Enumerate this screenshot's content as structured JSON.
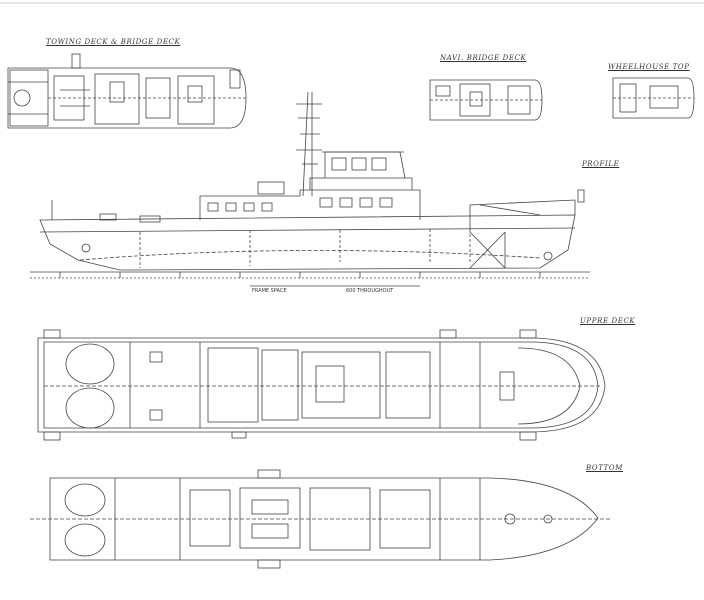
{
  "drawing": {
    "line_color": "#444444",
    "background": "#ffffff",
    "views": {
      "towing_deck": "TOWING DECK & BRIDGE DECK",
      "navi_bridge_deck": "NAVI. BRIDGE DECK",
      "wheelhouse_top": "WHEELHOUSE TOP",
      "profile": "PROFILE",
      "upper_deck": "UPPRE DECK",
      "bottom": "BOTTOM"
    },
    "frame_note": {
      "left": "FRAME SPACE",
      "right": "600 THROUGHOUT"
    }
  }
}
